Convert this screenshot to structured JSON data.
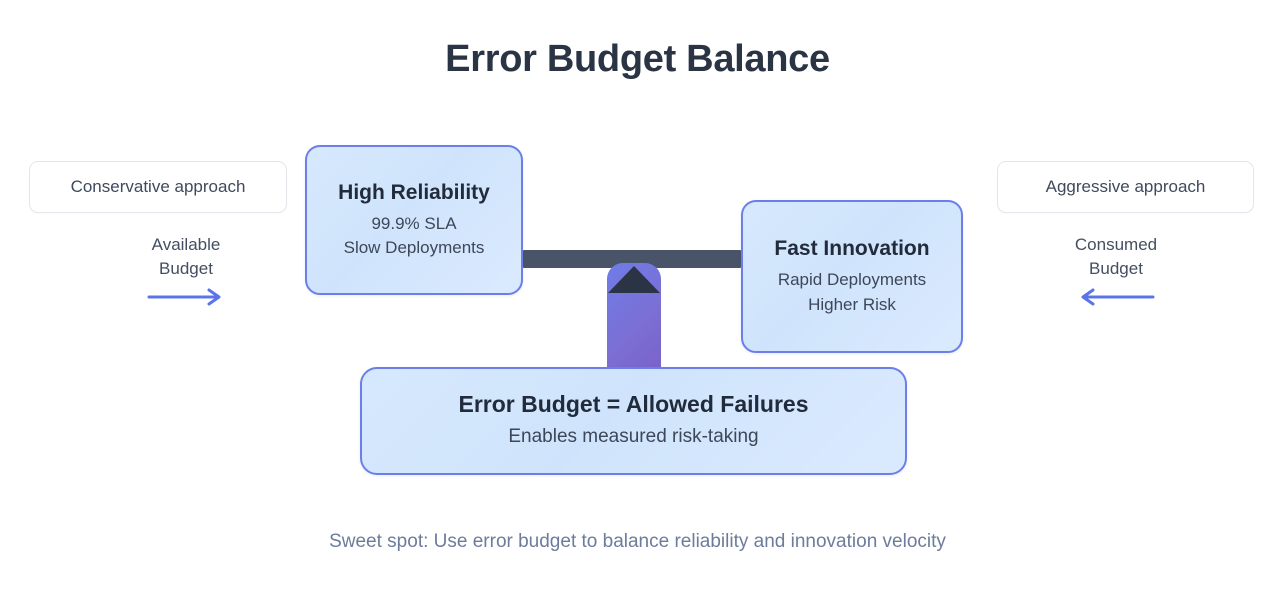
{
  "title": "Error Budget Balance",
  "footer": "Sweet spot: Use error budget to balance reliability and innovation velocity",
  "sides": {
    "left": {
      "pill": "Conservative approach",
      "note_label": "Available\nBudget",
      "arrow_icon": "arrow-right-icon",
      "arrow_direction": "right"
    },
    "right": {
      "pill": "Aggressive approach",
      "note_label": "Consumed\nBudget",
      "arrow_icon": "arrow-left-icon",
      "arrow_direction": "left"
    }
  },
  "cards": {
    "left": {
      "title": "High Reliability",
      "sub": "99.9% SLA\nSlow Deployments"
    },
    "right": {
      "title": "Fast Innovation",
      "sub": "Rapid Deployments\nHigher Risk"
    },
    "bottom": {
      "title": "Error Budget = Allowed Failures",
      "sub": "Enables measured risk-taking"
    }
  },
  "seesaw": {
    "beam_name": "balance-beam",
    "fulcrum_name": "fulcrum-column",
    "pivot_name": "fulcrum-triangle"
  },
  "colors": {
    "title_text": "#2b3445",
    "card_border": "#6c7fe8",
    "card_fill_start": "#d6e8fd",
    "card_fill_end": "#dbeafe",
    "beam": "#4a5468",
    "fulcrum_start": "#6f7ce8",
    "fulcrum_end": "#7a63c9",
    "pivot": "#2b3445",
    "arrow": "#5b74e8",
    "pill_border": "#e4e6ec",
    "footer_text": "#6d7c9c"
  }
}
